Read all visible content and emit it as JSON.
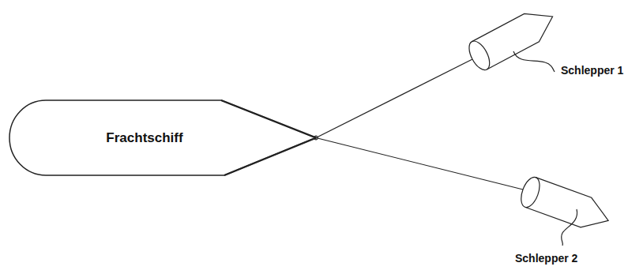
{
  "diagram": {
    "nodes": [
      {
        "text": [
          "Frachtschiff"
        ]
      },
      {
        "text": [
          "Schlepper 1"
        ]
      },
      {
        "text": [
          "Schlepper 2"
        ]
      }
    ],
    "edges": [
      {
        "from": 0,
        "to": 1,
        "arrow": "none"
      },
      {
        "from": 0,
        "to": 2,
        "arrow": "none"
      }
    ]
  }
}
